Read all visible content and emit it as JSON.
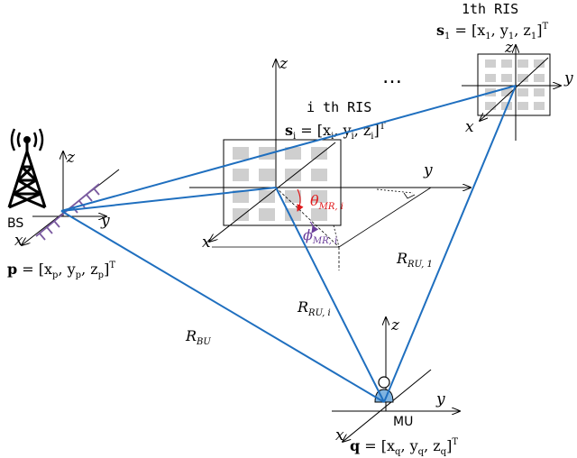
{
  "labels": {
    "ellipsis": "…",
    "ris1_title": "1th RIS",
    "ris1_vec": "s",
    "ris1_vec_sub": "1",
    "ris1_eq": " = [x",
    "ris1_x_sub": "1",
    "ris1_y": ", y",
    "ris1_y_sub": "1",
    "ris1_z": ", z",
    "ris1_z_sub": "1",
    "ris1_close": "]",
    "ris1_T": "T",
    "risi_title": "i th RIS",
    "risi_vec": "s",
    "risi_vec_sub": "i",
    "risi_eq": " = [x",
    "risi_x_sub": "i",
    "risi_y": ", y",
    "risi_y_sub": "i",
    "risi_z": ", z",
    "risi_z_sub": "i",
    "risi_close": "]",
    "risi_T": "T",
    "bs": "BS",
    "bs_vec": "p",
    "bs_eq": " = [x",
    "bs_x_sub": "p",
    "bs_y": ", y",
    "bs_y_sub": "p",
    "bs_z": ", z",
    "bs_z_sub": "p",
    "bs_close": "]",
    "bs_T": "T",
    "mu": "MU",
    "mu_vec": "q",
    "mu_eq": " = [x",
    "mu_x_sub": "q",
    "mu_y": ", y",
    "mu_y_sub": "q",
    "mu_z": ", z",
    "mu_z_sub": "q",
    "mu_close": "]",
    "mu_T": "T",
    "theta": "θ",
    "theta_sub": "MR, i",
    "phi": "ϕ",
    "phi_sub": "MR, i",
    "r_bu": "R",
    "r_bu_sub": "BU",
    "r_rui": "R",
    "r_rui_sub": "RU, i",
    "r_ru1": "R",
    "r_ru1_sub": "RU, 1",
    "x": "x",
    "y": "y",
    "z": "z"
  },
  "colors": {
    "link": "#1f6fbf",
    "theta": "#e0191b",
    "phi": "#6a3d9a",
    "antenna": "#7a5aa0",
    "tile": "#c8c8c8"
  }
}
